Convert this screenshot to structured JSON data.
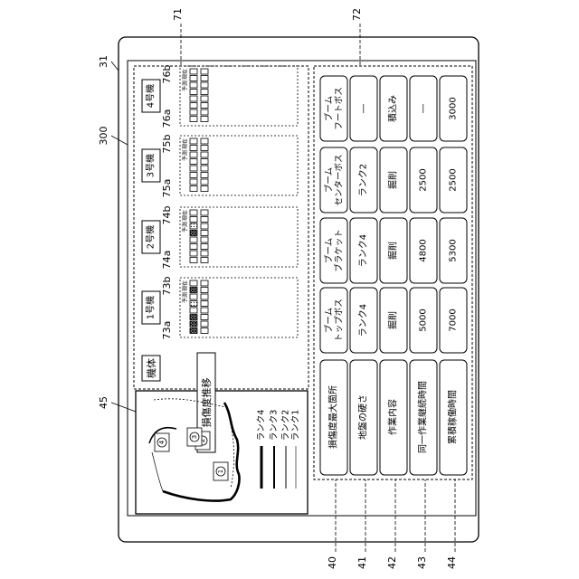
{
  "refs": {
    "r31": "31",
    "r300": "300",
    "r71": "71",
    "r72": "72",
    "r45": "45",
    "r40": "40",
    "r41": "41",
    "r42": "42",
    "r43": "43",
    "r44": "44",
    "r73a": "73a",
    "r73b": "73b",
    "r74a": "74a",
    "r74b": "74b",
    "r75a": "75a",
    "r75b": "75b",
    "r76a": "76a",
    "r76b": "76b"
  },
  "machine_header": "機体",
  "machines": [
    "1号機",
    "2号機",
    "3号機",
    "4号機"
  ],
  "bar_caption_now": "現在",
  "bar_caption_pred": "予測",
  "damage_caption": "損傷度推移",
  "row_labels": [
    "損傷度最大箇所",
    "地盤の硬さ",
    "作業内容",
    "同一作業継続時間",
    "累積稼働時間"
  ],
  "table": [
    [
      "ブーム\nトップボス",
      "ランク4",
      "掘削",
      "5000",
      "7000"
    ],
    [
      "ブーム\nブラケット",
      "ランク4",
      "掘削",
      "4800",
      "5300"
    ],
    [
      "ブーム\nセンターボス",
      "ランク2",
      "掘削",
      "2500",
      "2500"
    ],
    [
      "ブーム\nフートボス",
      "―",
      "積込み",
      "―",
      "3000"
    ]
  ],
  "legend": [
    "ランク4",
    "ランク3",
    "ランク2",
    "ランク1"
  ],
  "map_markers": [
    "1",
    "2",
    "3",
    "4"
  ]
}
